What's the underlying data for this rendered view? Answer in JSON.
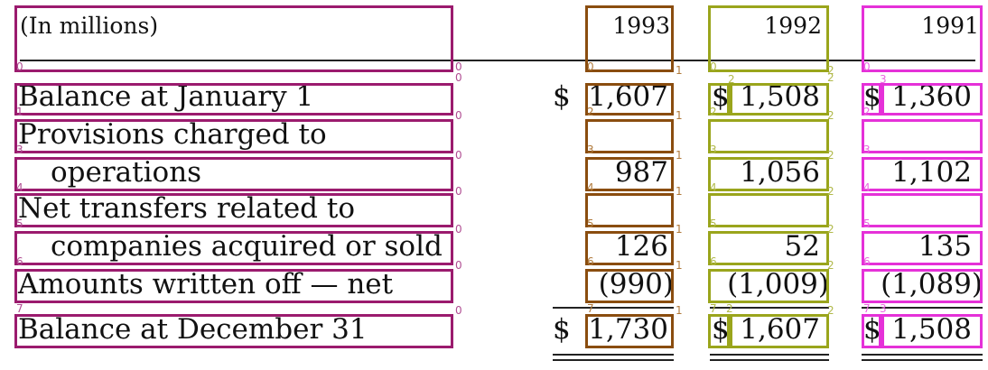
{
  "table": {
    "unit_label": "(In millions)",
    "years": [
      "1993",
      "1992",
      "1991"
    ],
    "currency_symbol": "$",
    "rows": [
      {
        "label": "Balance at January 1",
        "values": [
          "1,607",
          "1,508",
          "1,360"
        ]
      },
      {
        "label": "Provisions charged to",
        "values": [
          "",
          "",
          ""
        ]
      },
      {
        "label": "operations",
        "values": [
          "987",
          "1,056",
          "1,102"
        ]
      },
      {
        "label": "Net transfers related to",
        "values": [
          "",
          "",
          ""
        ]
      },
      {
        "label": "companies acquired or sold",
        "values": [
          "126",
          "52",
          "135"
        ]
      },
      {
        "label": "Amounts written off — net",
        "values": [
          "(990)",
          "(1,009)",
          "(1,089)"
        ]
      },
      {
        "label": "Balance at December 31",
        "values": [
          "1,730",
          "1,607",
          "1,508"
        ]
      }
    ]
  },
  "annotations": {
    "column_colors": [
      "#9b1b6e",
      "#8a4d0f",
      "#9aa51c",
      "#e531d8"
    ],
    "index_labels": [
      "0",
      "1",
      "2",
      "3",
      "4",
      "5",
      "6",
      "7"
    ]
  }
}
